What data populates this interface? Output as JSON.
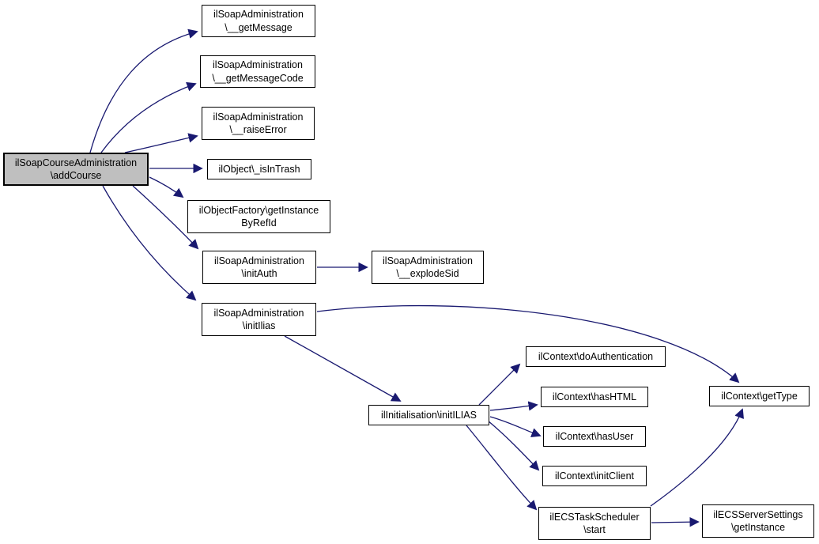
{
  "graph": {
    "type": "call-graph",
    "background_color": "#ffffff",
    "edge_color": "#191970",
    "node_border_color": "#000000",
    "highlight_fill_color": "#bfbfbf",
    "node_fill_color": "#ffffff",
    "nodes": [
      {
        "id": "addCourse",
        "highlighted": true,
        "lines": [
          "ilSoapCourseAdministration",
          "\\addCourse"
        ]
      },
      {
        "id": "getMessage",
        "highlighted": false,
        "lines": [
          "ilSoapAdministration",
          "\\__getMessage"
        ]
      },
      {
        "id": "getMessageCode",
        "highlighted": false,
        "lines": [
          "ilSoapAdministration",
          "\\__getMessageCode"
        ]
      },
      {
        "id": "raiseError",
        "highlighted": false,
        "lines": [
          "ilSoapAdministration",
          "\\__raiseError"
        ]
      },
      {
        "id": "isInTrash",
        "highlighted": false,
        "lines": [
          "ilObject\\_isInTrash"
        ]
      },
      {
        "id": "getInstanceByRefId",
        "highlighted": false,
        "lines": [
          "ilObjectFactory\\getInstance",
          "ByRefId"
        ]
      },
      {
        "id": "initAuth",
        "highlighted": false,
        "lines": [
          "ilSoapAdministration",
          "\\initAuth"
        ]
      },
      {
        "id": "explodeSid",
        "highlighted": false,
        "lines": [
          "ilSoapAdministration",
          "\\__explodeSid"
        ]
      },
      {
        "id": "initIlias",
        "highlighted": false,
        "lines": [
          "ilSoapAdministration",
          "\\initIlias"
        ]
      },
      {
        "id": "initILIAS",
        "highlighted": false,
        "lines": [
          "ilInitialisation\\initILIAS"
        ]
      },
      {
        "id": "doAuthentication",
        "highlighted": false,
        "lines": [
          "ilContext\\doAuthentication"
        ]
      },
      {
        "id": "hasHTML",
        "highlighted": false,
        "lines": [
          "ilContext\\hasHTML"
        ]
      },
      {
        "id": "hasUser",
        "highlighted": false,
        "lines": [
          "ilContext\\hasUser"
        ]
      },
      {
        "id": "initClient",
        "highlighted": false,
        "lines": [
          "ilContext\\initClient"
        ]
      },
      {
        "id": "start",
        "highlighted": false,
        "lines": [
          "ilECSTaskScheduler",
          "\\start"
        ]
      },
      {
        "id": "getType",
        "highlighted": false,
        "lines": [
          "ilContext\\getType"
        ]
      },
      {
        "id": "getInstance",
        "highlighted": false,
        "lines": [
          "ilECSServerSettings",
          "\\getInstance"
        ]
      }
    ],
    "edges": [
      {
        "from": "addCourse",
        "to": "getMessage"
      },
      {
        "from": "addCourse",
        "to": "getMessageCode"
      },
      {
        "from": "addCourse",
        "to": "raiseError"
      },
      {
        "from": "addCourse",
        "to": "isInTrash"
      },
      {
        "from": "addCourse",
        "to": "getInstanceByRefId"
      },
      {
        "from": "addCourse",
        "to": "initAuth"
      },
      {
        "from": "addCourse",
        "to": "initIlias"
      },
      {
        "from": "initAuth",
        "to": "explodeSid"
      },
      {
        "from": "initIlias",
        "to": "initILIAS"
      },
      {
        "from": "initIlias",
        "to": "getType"
      },
      {
        "from": "initILIAS",
        "to": "doAuthentication"
      },
      {
        "from": "initILIAS",
        "to": "hasHTML"
      },
      {
        "from": "initILIAS",
        "to": "hasUser"
      },
      {
        "from": "initILIAS",
        "to": "initClient"
      },
      {
        "from": "initILIAS",
        "to": "start"
      },
      {
        "from": "start",
        "to": "getInstance"
      },
      {
        "from": "start",
        "to": "getType"
      }
    ]
  }
}
